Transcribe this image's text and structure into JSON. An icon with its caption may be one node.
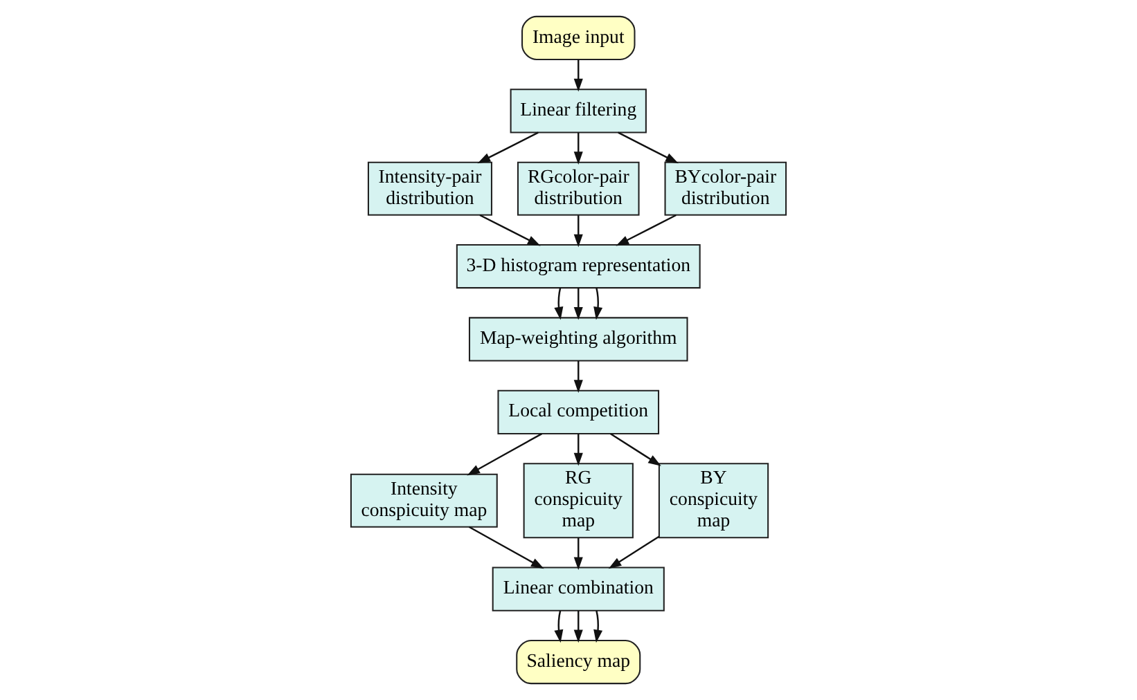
{
  "diagram": {
    "nodes": [
      {
        "text": [
          "Image input"
        ]
      },
      {
        "text": [
          "Linear filtering"
        ]
      },
      {
        "text": [
          "Intensity-pair distribution"
        ]
      },
      {
        "text": [
          "RGcolor-pair distribution"
        ]
      },
      {
        "text": [
          "BYcolor-pair distribution"
        ]
      },
      {
        "text": [
          "3-D histogram representation"
        ]
      },
      {
        "text": [
          "Map-weighting algorithm"
        ]
      },
      {
        "text": [
          "Local competition"
        ]
      },
      {
        "text": [
          "Intensity conspicuity map"
        ]
      },
      {
        "text": [
          "RG conspicuity map"
        ]
      },
      {
        "text": [
          "BY conspicuity map"
        ]
      },
      {
        "text": [
          "Linear combination"
        ]
      },
      {
        "text": [
          "Saliency map"
        ]
      }
    ],
    "edges": [
      {
        "from": 0,
        "to": 1,
        "arrow": "to"
      },
      {
        "from": 1,
        "to": 2,
        "arrow": "to"
      },
      {
        "from": 1,
        "to": 3,
        "arrow": "to"
      },
      {
        "from": 1,
        "to": 4,
        "arrow": "to"
      },
      {
        "from": 3,
        "to": 5,
        "arrow": "to"
      },
      {
        "from": 2,
        "to": 5,
        "arrow": "to"
      },
      {
        "from": 4,
        "to": 5,
        "arrow": "to"
      },
      {
        "from": 5,
        "to": 6,
        "arrow": "to"
      },
      {
        "from": 5,
        "to": 6,
        "arrow": "to"
      },
      {
        "from": 5,
        "to": 6,
        "arrow": "to"
      },
      {
        "from": 6,
        "to": 7,
        "arrow": "to"
      },
      {
        "from": 7,
        "to": 8,
        "arrow": "to"
      },
      {
        "from": 7,
        "to": 9,
        "arrow": "to"
      },
      {
        "from": 7,
        "to": 10,
        "arrow": "to"
      },
      {
        "from": 9,
        "to": 11,
        "arrow": "to"
      },
      {
        "from": 8,
        "to": 11,
        "arrow": "to"
      },
      {
        "from": 10,
        "to": 11,
        "arrow": "to"
      },
      {
        "from": 11,
        "to": 12,
        "arrow": "to"
      },
      {
        "from": 11,
        "to": 12,
        "arrow": "to"
      },
      {
        "from": 11,
        "to": 12,
        "arrow": "to"
      }
    ]
  }
}
